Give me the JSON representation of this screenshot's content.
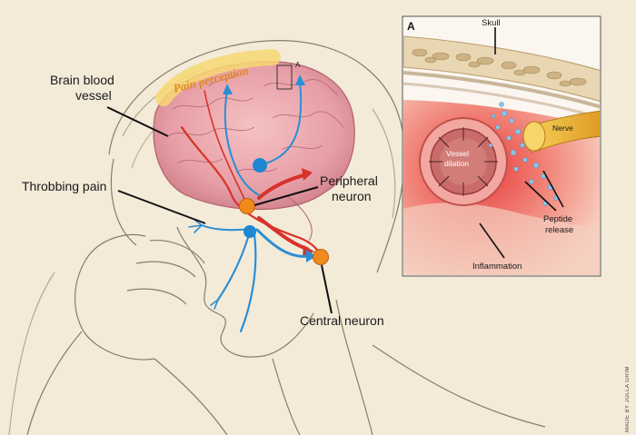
{
  "labels": {
    "pain_perception": "Pain perception",
    "brain_blood_vessel_line1": "Brain blood",
    "brain_blood_vessel_line2": "vessel",
    "throbbing_pain": "Throbbing pain",
    "peripheral_neuron_line1": "Peripheral",
    "peripheral_neuron_line2": "neuron",
    "central_neuron": "Central neuron",
    "inset_marker": "A"
  },
  "inset": {
    "panel_letter": "A",
    "skull": "Skull",
    "vessel_dilation_line1": "Vessel",
    "vessel_dilation_line2": "dilation",
    "nerve": "Nerve",
    "peptide_release_line1": "Peptide",
    "peptide_release_line2": "release",
    "inflammation": "Inflammation"
  },
  "credit": "MADE BY JOLLA GRIM",
  "colors": {
    "background": "#f3ead8",
    "brain": "#e8a0a8",
    "pain_neuron_path": "#d8322a",
    "sensory_path": "#2a8fd4",
    "neuron_orange": "#f08a1c",
    "neuron_blue": "#1f86d4",
    "pain_highlight": "#f2c64a"
  }
}
